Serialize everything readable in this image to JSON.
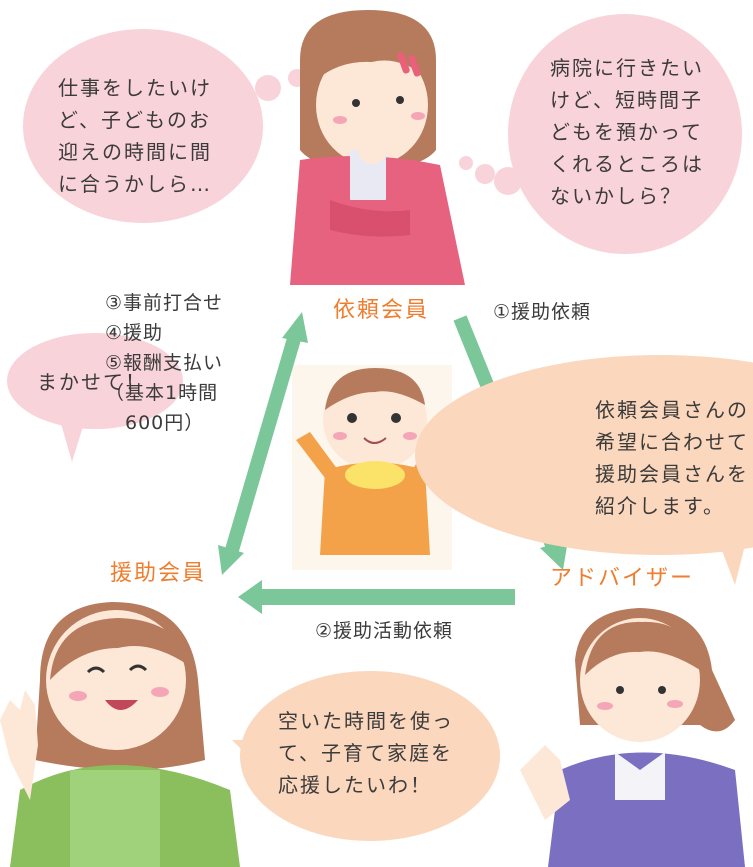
{
  "bubbles": {
    "requester_thought_left": "仕事をしたいけ\nど、子どものお\n迎えの時間に間\nに合うかしら…",
    "requester_thought_right": "病院に行きたい\nけど、短時間子\nどもを預かって\nくれるところは\nないかしら？",
    "helper_speech": "まかせて！",
    "advisor_speech": "依頼会員さんの\n希望に合わせて\n援助会員さんを\n紹介します。",
    "helper_thought": "空いた時間を使っ\nて、子育て家庭を\n応援したいわ！"
  },
  "roles": {
    "requester": "依頼会員",
    "helper": "援助会員",
    "advisor": "アドバイザー"
  },
  "steps": {
    "step1": "①援助依頼",
    "step2": "②援助活動依頼",
    "steps_3_5": "③事前打合せ\n④援助\n⑤報酬支払い\n（基本1時間\n　600円）"
  },
  "colors": {
    "arrow": "#7cc79a",
    "role_text": "#ef7d2e",
    "bubble_pink": "#f9d3da",
    "bubble_peach": "#fbd7bd"
  }
}
